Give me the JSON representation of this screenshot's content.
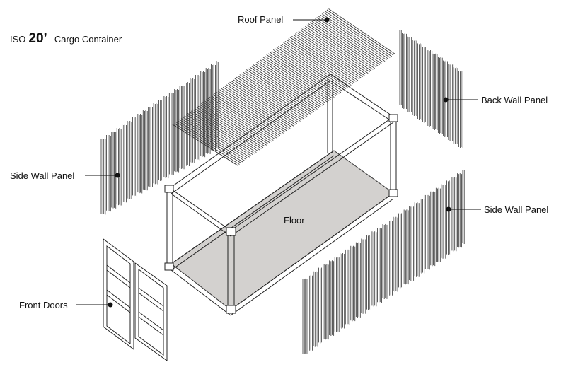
{
  "title": {
    "prefix": "ISO",
    "size": "20’",
    "suffix": "Cargo Container"
  },
  "labels": {
    "roof_panel": "Roof Panel",
    "back_wall_panel": "Back Wall Panel",
    "side_wall_panel_left": "Side Wall Panel",
    "side_wall_panel_right": "Side Wall Panel",
    "floor": "Floor",
    "front_doors": "Front Doors"
  },
  "colors": {
    "line": "#222222",
    "floor": "#d3d1cf",
    "frame": "#dcdcdc"
  }
}
